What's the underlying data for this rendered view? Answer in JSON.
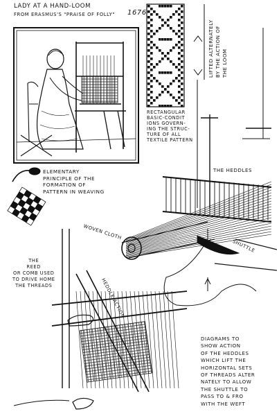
{
  "labels": {
    "title": "LADY AT A HAND-LOOM",
    "source": "FROM ERASMUS'S \"PRAISE OF FOLLY\"",
    "year": "1676",
    "rectangular": "RECTANGULAR\nBASIC-CONDIT\nIONS GOVERN-\nING THE STRUC-\nTURE OF ALL\nTEXTILE PATTERN",
    "lifted": "LIFTED ALTERNATELY\nBY THE ACTION OF\nTHE LOOM",
    "elementary": "ELEMENTARY\nPRINCIPLE OF THE\nFORMATION OF\nPATTERN IN WEAVING",
    "heddles": "THE HEDDLES",
    "woven": "WOVEN CLOTH",
    "shuttle": "SHUTTLE",
    "reed": "THE\nREED\nOR COMB USED\nTO DRIVE HOME\nTHE THREADS",
    "heddle_action": "HEDDLE ACTION",
    "diagrams": "DIAGRAMS TO\nSHOW ACTION\nOF THE HEDDLES\nWHICH LIFT THE\nHORIZONTAL SETS\nOF THREADS ALTER\nNATELY TO ALLOW\nTHE SHUTTLE TO\nPASS    TO & FRO\nWITH THE WEFT"
  }
}
